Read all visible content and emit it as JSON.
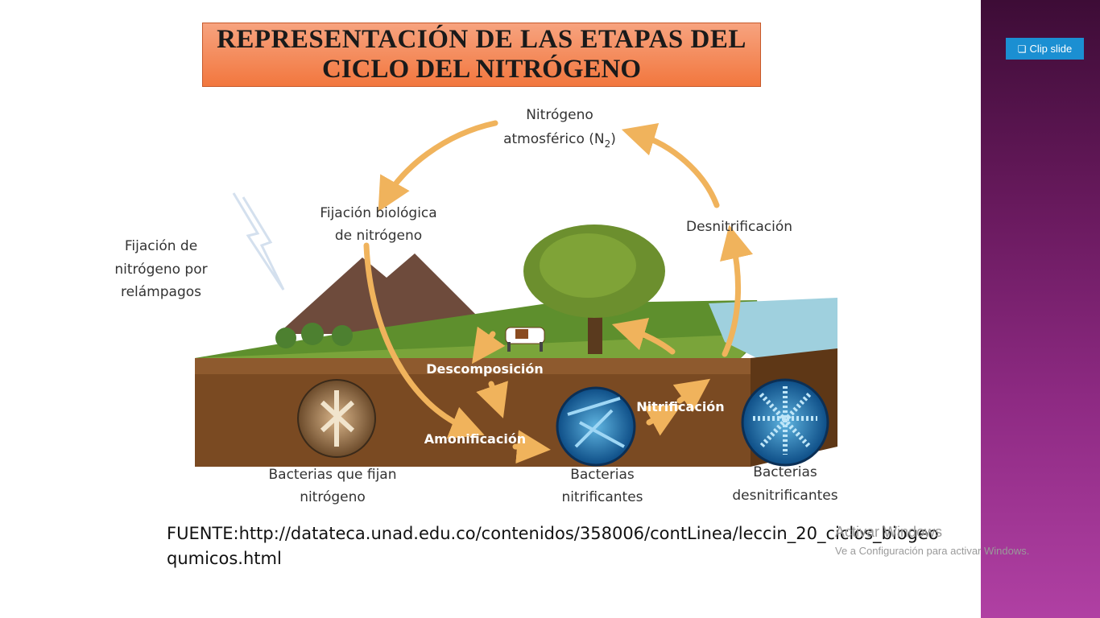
{
  "slide": {
    "title_line1": "REPRESENTACIÓN DE LAS ETAPAS DEL",
    "title_line2": "CICLO DEL NITRÓGENO",
    "source": "FUENTE:http://datateca.unad.edu.co/contenidos/358006/contLinea/leccin_20_ciclos_biogeoqumicos.html"
  },
  "diagram": {
    "atmos_l1": "Nitrógeno",
    "atmos_l2": "atmosférico (N",
    "atmos_sub": "2",
    "atmos_close": ")",
    "fixbio_l1": "Fijación biológica",
    "fixbio_l2": "de nitrógeno",
    "denit": "Desnitrificación",
    "lightning_l1": "Fijación de",
    "lightning_l2": "nitrógeno por",
    "lightning_l3": "relámpagos",
    "decomp": "Descomposición",
    "nitrif": "Nitrificación",
    "amonif": "Amonificación",
    "bact_fix_l1": "Bacterias que fijan",
    "bact_fix_l2": "nitrógeno",
    "bact_nitr_l1": "Bacterias",
    "bact_nitr_l2": "nitrificantes",
    "bact_denit_l1": "Bacterias",
    "bact_denit_l2": "desnitrificantes"
  },
  "sidebar": {
    "clip_label": "Clip slide",
    "clip_icon": "clip-icon"
  },
  "watermark": {
    "line1": "Activar Windows",
    "line2": "Ve a Configuración para activar Windows."
  },
  "colors": {
    "accent_button": "#1b8fd2",
    "title_bg": "#f2773e",
    "arrow": "#f0b35c",
    "sidebar": "#8e2a83"
  }
}
